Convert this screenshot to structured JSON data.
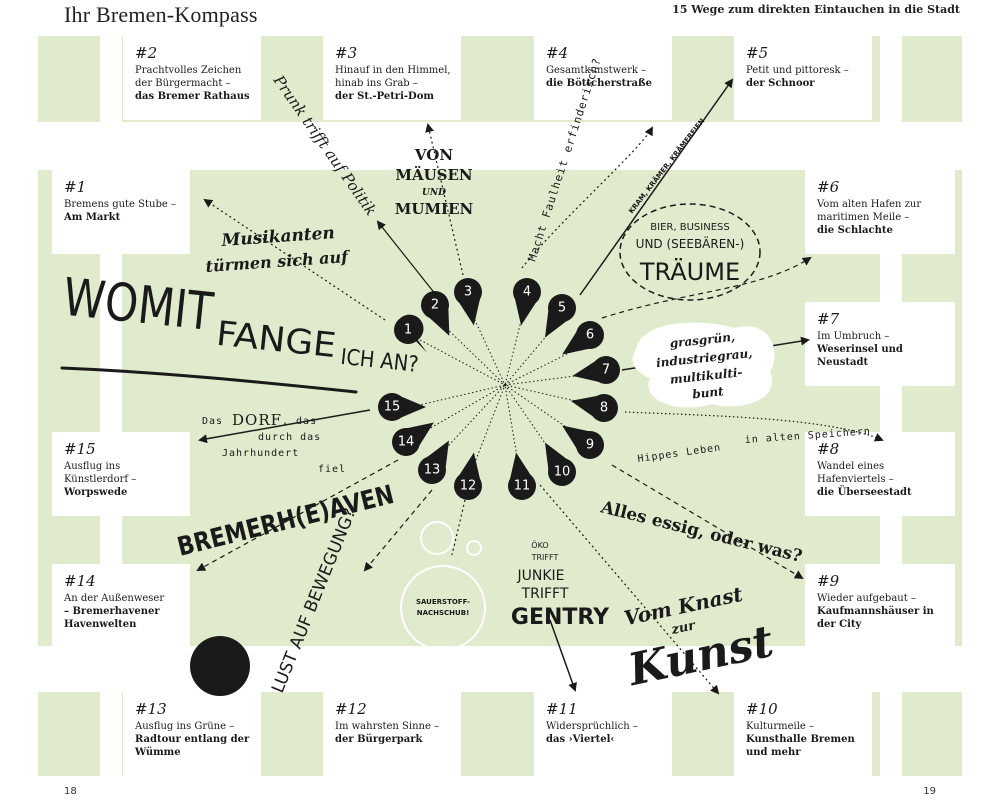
{
  "header": {
    "title": "Ihr Bremen-Kompass",
    "subtitle": "15 Wege zum direkten Eintauchen in die Stadt"
  },
  "pages": {
    "left": "18",
    "right": "19"
  },
  "cards": [
    {
      "num": "#1",
      "line1": "Bremens gute Stube –",
      "line2": "Am Markt"
    },
    {
      "num": "#2",
      "line1": "Prachtvolles Zeichen der Bürgermacht –",
      "line2": "das Bremer Rathaus"
    },
    {
      "num": "#3",
      "line1": "Hinauf in den Himmel, hinab ins Grab –",
      "line2": "der St.-Petri-Dom"
    },
    {
      "num": "#4",
      "line1": "Gesamtkunstwerk –",
      "line2": "die Böttcherstraße"
    },
    {
      "num": "#5",
      "line1": "Petit und pittoresk –",
      "line2": "der Schnoor"
    },
    {
      "num": "#6",
      "line1": "Vom alten Hafen zur maritimen Meile –",
      "line2": "die Schlachte"
    },
    {
      "num": "#7",
      "line1": "Im Umbruch –",
      "line2": "Weserinsel und Neustadt"
    },
    {
      "num": "#8",
      "line1": "Wandel eines Hafenviertels –",
      "line2": "die Überseestadt"
    },
    {
      "num": "#9",
      "line1": "Wieder aufgebaut –",
      "line2": "Kaufmannshäuser in der City"
    },
    {
      "num": "#10",
      "line1": "Kulturmeile –",
      "line2": "Kunsthalle Bremen und mehr"
    },
    {
      "num": "#11",
      "line1": "Widersprüchlich –",
      "line2": "das ›Viertel‹"
    },
    {
      "num": "#12",
      "line1": "Im wahrsten Sinne –",
      "line2": "der Bürgerpark"
    },
    {
      "num": "#13",
      "line1": "Ausflug ins Grüne –",
      "line2": "Radtour entlang der Wümme"
    },
    {
      "num": "#14",
      "line1": "An der Außenweser",
      "line2": "– Bremerhavener Havenwelten"
    },
    {
      "num": "#15",
      "line1": "Ausflug ins Künstlerdorf –",
      "line2": "Worpswede"
    }
  ],
  "center": {
    "pins": [
      "1",
      "2",
      "3",
      "4",
      "5",
      "6",
      "7",
      "8",
      "9",
      "10",
      "11",
      "12",
      "13",
      "14",
      "15"
    ],
    "title_a": "WOMIT",
    "title_b": "FANGE",
    "title_c": "ICH AN?"
  },
  "phrases": {
    "musikanten_1": "Musikanten",
    "musikanten_2": "türmen sich auf",
    "prunk": "Prunk trifft auf Politik",
    "mause_1": "VON",
    "mause_2": "MÄUSEN",
    "mause_3": "UND",
    "mause_4": "MUMIEN",
    "faulheit": "Macht Faulheit erfinderisch?",
    "kram": "KRAM, KRÄMER, KRÄMEREIEN",
    "bier_1": "BIER, BUSINESS",
    "bier_2": "UND (SEEBÄREN-)",
    "bier_3": "TRÄUME",
    "gras_1": "grasgrün,",
    "gras_2": "industriegrau,",
    "gras_3": "multikulti-",
    "gras_4": "bunt",
    "hippes": "Hippes Leben",
    "speichern": "in alten Speichern",
    "essig": "Alles essig, oder was?",
    "knast_1": "Vom Knast",
    "knast_2": "zur",
    "knast_3": "Kunst",
    "oko_1": "ÖKO",
    "oko_2": "TRIFFT",
    "oko_3": "JUNKIE",
    "oko_4": "TRIFFT",
    "oko_5": "GENTRY",
    "sauer_1": "SAUERSTOFF-",
    "sauer_2": "NACHSCHUB!",
    "lust": "LUST AUF BEWEGUNG?",
    "bremerhaven": "BREMERH(E)AVEN",
    "dorf_1": "Das",
    "dorf_2": "DORF",
    "dorf_3": ", das",
    "dorf_4": "durch das",
    "dorf_5": "Jahrhundert",
    "dorf_6": "fiel"
  }
}
